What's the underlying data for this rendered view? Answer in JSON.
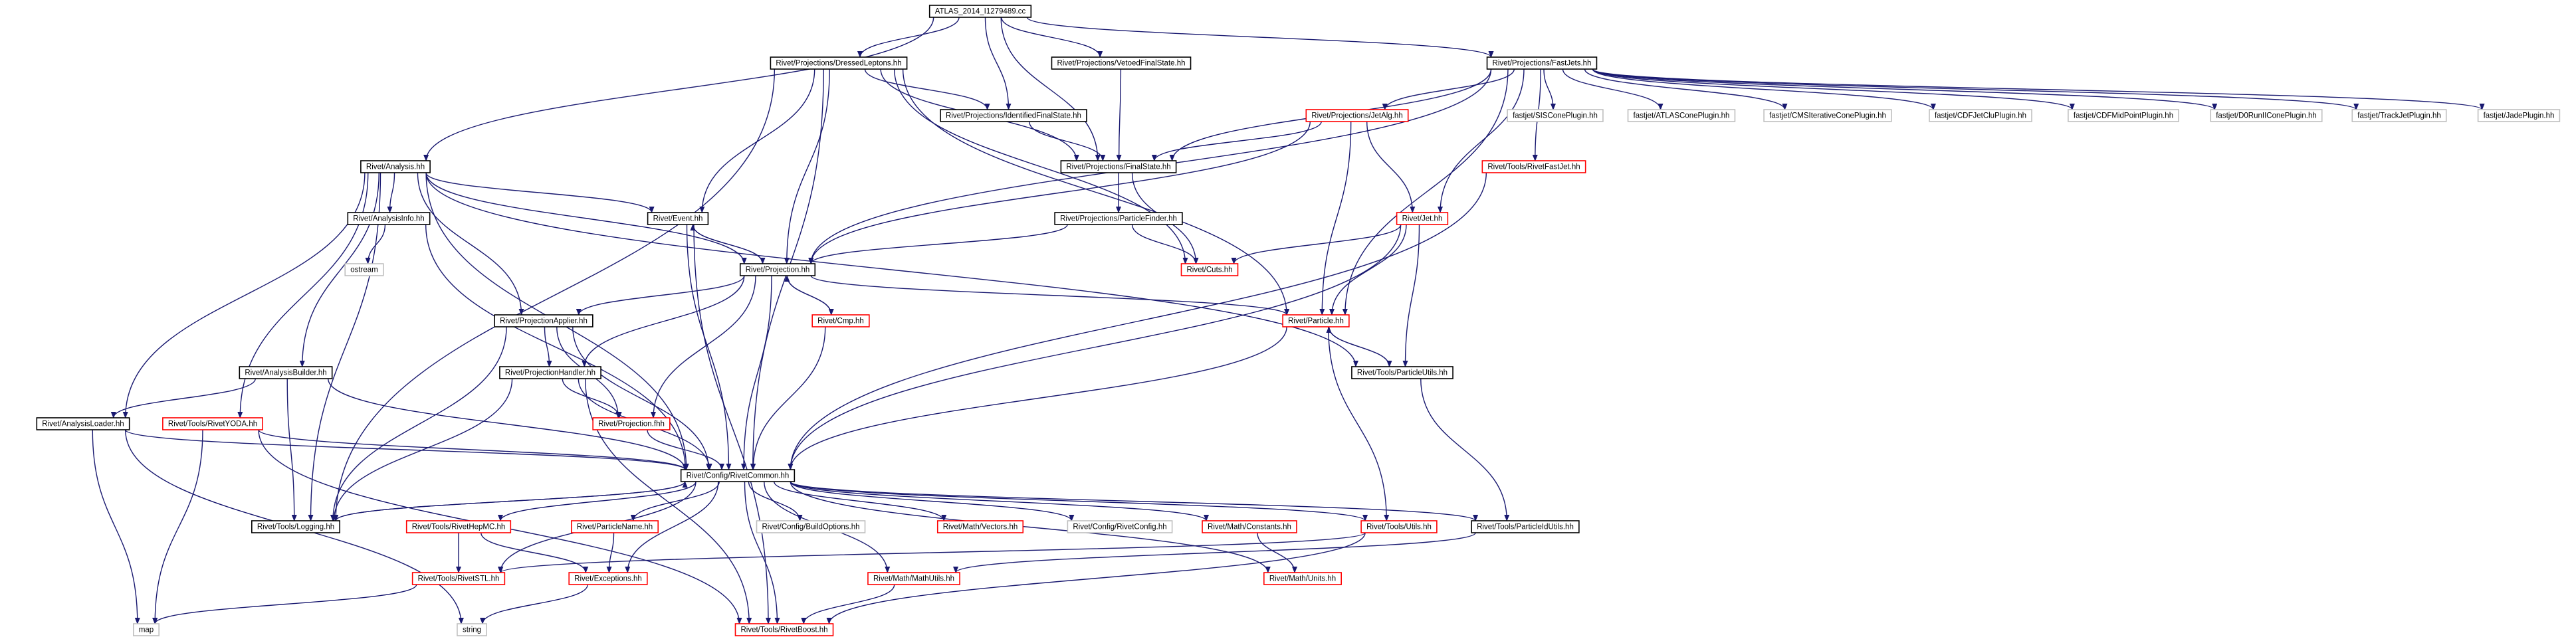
{
  "colors": {
    "edge": "#191970",
    "root_fill": "#bfbfbf",
    "root_stroke": "#000000",
    "documented_stroke": "#000000",
    "truncated_stroke": "#ff0000",
    "undocumented_stroke": "#bfbfbf",
    "text": "#000000"
  },
  "nodes": [
    {
      "id": "root",
      "label": "ATLAS_2014_I1279489.cc",
      "kind": "root"
    },
    {
      "id": "analysis",
      "label": "Rivet/Analysis.hh",
      "kind": "documented"
    },
    {
      "id": "dressed",
      "label": "Rivet/Projections/DressedLeptons.hh",
      "kind": "documented"
    },
    {
      "id": "vetoedfs",
      "label": "Rivet/Projections/VetoedFinalState.hh",
      "kind": "documented"
    },
    {
      "id": "fastjets",
      "label": "Rivet/Projections/FastJets.hh",
      "kind": "documented"
    },
    {
      "id": "identfs",
      "label": "Rivet/Projections/IdentifiedFinalState.hh",
      "kind": "documented"
    },
    {
      "id": "jetalg",
      "label": "Rivet/Projections/JetAlg.hh",
      "kind": "truncated"
    },
    {
      "id": "siscone",
      "label": "fastjet/SISConePlugin.hh",
      "kind": "undocumented"
    },
    {
      "id": "atlascone",
      "label": "fastjet/ATLASConePlugin.hh",
      "kind": "undocumented"
    },
    {
      "id": "cmsiter",
      "label": "fastjet/CMSIterativeConePlugin.hh",
      "kind": "undocumented"
    },
    {
      "id": "cdfclu",
      "label": "fastjet/CDFJetCluPlugin.hh",
      "kind": "undocumented"
    },
    {
      "id": "cdfmid",
      "label": "fastjet/CDFMidPointPlugin.hh",
      "kind": "undocumented"
    },
    {
      "id": "d0run",
      "label": "fastjet/D0RunIIConePlugin.hh",
      "kind": "undocumented"
    },
    {
      "id": "trackjet",
      "label": "fastjet/TrackJetPlugin.hh",
      "kind": "undocumented"
    },
    {
      "id": "jade",
      "label": "fastjet/JadePlugin.hh",
      "kind": "undocumented"
    },
    {
      "id": "finalstate",
      "label": "Rivet/Projections/FinalState.hh",
      "kind": "documented"
    },
    {
      "id": "rivetfastjet",
      "label": "Rivet/Tools/RivetFastJet.hh",
      "kind": "truncated"
    },
    {
      "id": "analysisinfo",
      "label": "Rivet/AnalysisInfo.hh",
      "kind": "documented"
    },
    {
      "id": "event",
      "label": "Rivet/Event.hh",
      "kind": "documented"
    },
    {
      "id": "particlefinder",
      "label": "Rivet/Projections/ParticleFinder.hh",
      "kind": "documented"
    },
    {
      "id": "jet",
      "label": "Rivet/Jet.hh",
      "kind": "truncated"
    },
    {
      "id": "ostream",
      "label": "ostream",
      "kind": "undocumented"
    },
    {
      "id": "projection",
      "label": "Rivet/Projection.hh",
      "kind": "documented"
    },
    {
      "id": "cuts",
      "label": "Rivet/Cuts.hh",
      "kind": "truncated"
    },
    {
      "id": "projapplier",
      "label": "Rivet/ProjectionApplier.hh",
      "kind": "documented"
    },
    {
      "id": "cmp",
      "label": "Rivet/Cmp.hh",
      "kind": "truncated"
    },
    {
      "id": "particle",
      "label": "Rivet/Particle.hh",
      "kind": "truncated"
    },
    {
      "id": "analysisbuilder",
      "label": "Rivet/AnalysisBuilder.hh",
      "kind": "documented"
    },
    {
      "id": "projhandler",
      "label": "Rivet/ProjectionHandler.hh",
      "kind": "documented"
    },
    {
      "id": "particleutils",
      "label": "Rivet/Tools/ParticleUtils.hh",
      "kind": "documented"
    },
    {
      "id": "analysisloader",
      "label": "Rivet/AnalysisLoader.hh",
      "kind": "documented"
    },
    {
      "id": "rivetyoda",
      "label": "Rivet/Tools/RivetYODA.hh",
      "kind": "truncated"
    },
    {
      "id": "projectionfhh",
      "label": "Rivet/Projection.fhh",
      "kind": "truncated"
    },
    {
      "id": "rivetcommon",
      "label": "Rivet/Config/RivetCommon.hh",
      "kind": "documented"
    },
    {
      "id": "logging",
      "label": "Rivet/Tools/Logging.hh",
      "kind": "documented"
    },
    {
      "id": "rivethepmc",
      "label": "Rivet/Tools/RivetHepMC.hh",
      "kind": "truncated"
    },
    {
      "id": "particlename",
      "label": "Rivet/ParticleName.hh",
      "kind": "truncated"
    },
    {
      "id": "buildoptions",
      "label": "Rivet/Config/BuildOptions.hh",
      "kind": "undocumented"
    },
    {
      "id": "vectors",
      "label": "Rivet/Math/Vectors.hh",
      "kind": "truncated"
    },
    {
      "id": "rivetconfig",
      "label": "Rivet/Config/RivetConfig.hh",
      "kind": "undocumented"
    },
    {
      "id": "constants",
      "label": "Rivet/Math/Constants.hh",
      "kind": "truncated"
    },
    {
      "id": "toolsutils",
      "label": "Rivet/Tools/Utils.hh",
      "kind": "truncated"
    },
    {
      "id": "particleidutils",
      "label": "Rivet/Tools/ParticleIdUtils.hh",
      "kind": "documented"
    },
    {
      "id": "rivetstl",
      "label": "Rivet/Tools/RivetSTL.hh",
      "kind": "truncated"
    },
    {
      "id": "exceptions",
      "label": "Rivet/Exceptions.hh",
      "kind": "truncated"
    },
    {
      "id": "mathutils",
      "label": "Rivet/Math/MathUtils.hh",
      "kind": "truncated"
    },
    {
      "id": "units",
      "label": "Rivet/Math/Units.hh",
      "kind": "truncated"
    },
    {
      "id": "map",
      "label": "map",
      "kind": "undocumented"
    },
    {
      "id": "string",
      "label": "string",
      "kind": "undocumented"
    },
    {
      "id": "rivetboost",
      "label": "Rivet/Tools/RivetBoost.hh",
      "kind": "truncated"
    }
  ],
  "edges": [
    [
      "root",
      "analysis"
    ],
    [
      "root",
      "dressed"
    ],
    [
      "root",
      "vetoedfs"
    ],
    [
      "root",
      "fastjets"
    ],
    [
      "root",
      "identfs"
    ],
    [
      "root",
      "finalstate"
    ],
    [
      "dressed",
      "identfs"
    ],
    [
      "dressed",
      "finalstate"
    ],
    [
      "dressed",
      "event"
    ],
    [
      "dressed",
      "projection"
    ],
    [
      "dressed",
      "cuts"
    ],
    [
      "dressed",
      "particle"
    ],
    [
      "dressed",
      "logging"
    ],
    [
      "dressed",
      "rivetcommon"
    ],
    [
      "vetoedfs",
      "finalstate"
    ],
    [
      "fastjets",
      "jetalg"
    ],
    [
      "fastjets",
      "siscone"
    ],
    [
      "fastjets",
      "atlascone"
    ],
    [
      "fastjets",
      "cmsiter"
    ],
    [
      "fastjets",
      "cdfclu"
    ],
    [
      "fastjets",
      "cdfmid"
    ],
    [
      "fastjets",
      "d0run"
    ],
    [
      "fastjets",
      "trackjet"
    ],
    [
      "fastjets",
      "jade"
    ],
    [
      "fastjets",
      "rivetfastjet"
    ],
    [
      "fastjets",
      "finalstate"
    ],
    [
      "fastjets",
      "jet"
    ],
    [
      "fastjets",
      "particle"
    ],
    [
      "fastjets",
      "projection"
    ],
    [
      "identfs",
      "finalstate"
    ],
    [
      "jetalg",
      "finalstate"
    ],
    [
      "jetalg",
      "jet"
    ],
    [
      "jetalg",
      "particle"
    ],
    [
      "jetalg",
      "projection"
    ],
    [
      "finalstate",
      "particlefinder"
    ],
    [
      "finalstate",
      "cuts"
    ],
    [
      "particlefinder",
      "projection"
    ],
    [
      "particlefinder",
      "cuts"
    ],
    [
      "rivetfastjet",
      "rivetcommon"
    ],
    [
      "analysis",
      "analysisinfo"
    ],
    [
      "analysis",
      "event"
    ],
    [
      "analysis",
      "projection"
    ],
    [
      "analysis",
      "projapplier"
    ],
    [
      "analysis",
      "analysisbuilder"
    ],
    [
      "analysis",
      "analysisloader"
    ],
    [
      "analysis",
      "rivetyoda"
    ],
    [
      "analysis",
      "logging"
    ],
    [
      "analysis",
      "rivetcommon"
    ],
    [
      "analysis",
      "particleutils"
    ],
    [
      "analysisinfo",
      "ostream"
    ],
    [
      "analysisinfo",
      "rivetcommon"
    ],
    [
      "event",
      "projection"
    ],
    [
      "event",
      "rivetcommon"
    ],
    [
      "event",
      "rivetboost"
    ],
    [
      "projection",
      "event"
    ],
    [
      "projection",
      "cmp"
    ],
    [
      "projection",
      "projapplier"
    ],
    [
      "projection",
      "projhandler"
    ],
    [
      "projection",
      "projectionfhh"
    ],
    [
      "projection",
      "rivetcommon"
    ],
    [
      "projection",
      "particle"
    ],
    [
      "cmp",
      "projection"
    ],
    [
      "cmp",
      "rivetcommon"
    ],
    [
      "jet",
      "particle"
    ],
    [
      "jet",
      "particleutils"
    ],
    [
      "jet",
      "cuts"
    ],
    [
      "jet",
      "rivetcommon"
    ],
    [
      "particle",
      "particleutils"
    ],
    [
      "particle",
      "rivetcommon"
    ],
    [
      "particle",
      "toolsutils"
    ],
    [
      "particleutils",
      "particle"
    ],
    [
      "particleutils",
      "particleidutils"
    ],
    [
      "projapplier",
      "projhandler"
    ],
    [
      "projapplier",
      "projectionfhh"
    ],
    [
      "projapplier",
      "logging"
    ],
    [
      "projapplier",
      "rivetcommon"
    ],
    [
      "analysisbuilder",
      "analysisloader"
    ],
    [
      "analysisbuilder",
      "logging"
    ],
    [
      "analysisbuilder",
      "rivetcommon"
    ],
    [
      "projhandler",
      "projectionfhh"
    ],
    [
      "projhandler",
      "logging"
    ],
    [
      "projhandler",
      "rivetcommon"
    ],
    [
      "projhandler",
      "rivetboost"
    ],
    [
      "analysisloader",
      "rivetcommon"
    ],
    [
      "analysisloader",
      "map"
    ],
    [
      "analysisloader",
      "string"
    ],
    [
      "rivetyoda",
      "rivetcommon"
    ],
    [
      "rivetyoda",
      "map"
    ],
    [
      "rivetyoda",
      "rivetboost"
    ],
    [
      "projectionfhh",
      "rivetcommon"
    ],
    [
      "rivetcommon",
      "logging"
    ],
    [
      "rivetcommon",
      "rivethepmc"
    ],
    [
      "rivetcommon",
      "particlename"
    ],
    [
      "rivetcommon",
      "buildoptions"
    ],
    [
      "rivetcommon",
      "vectors"
    ],
    [
      "rivetcommon",
      "rivetconfig"
    ],
    [
      "rivetcommon",
      "constants"
    ],
    [
      "rivetcommon",
      "toolsutils"
    ],
    [
      "rivetcommon",
      "particleidutils"
    ],
    [
      "rivetcommon",
      "rivetstl"
    ],
    [
      "rivetcommon",
      "exceptions"
    ],
    [
      "rivetcommon",
      "mathutils"
    ],
    [
      "rivetcommon",
      "units"
    ],
    [
      "rivetcommon",
      "rivetboost"
    ],
    [
      "logging",
      "rivetcommon"
    ],
    [
      "rivethepmc",
      "rivetstl"
    ],
    [
      "rivethepmc",
      "exceptions"
    ],
    [
      "particlename",
      "exceptions"
    ],
    [
      "constants",
      "units"
    ],
    [
      "toolsutils",
      "rivetstl"
    ],
    [
      "toolsutils",
      "rivetboost"
    ],
    [
      "particleidutils",
      "mathutils"
    ],
    [
      "rivetstl",
      "map"
    ],
    [
      "exceptions",
      "string"
    ],
    [
      "mathutils",
      "rivetboost"
    ]
  ]
}
